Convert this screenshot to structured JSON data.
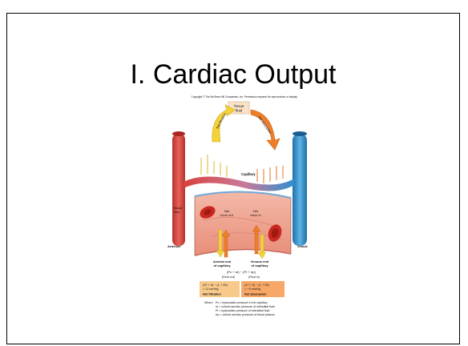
{
  "slide": {
    "title": "I. Cardiac Output"
  },
  "figure": {
    "copyright": "Copyright © The McGraw-Hill Companies, Inc. Permission required for reproduction or display.",
    "tissue_fluid_line1": "Tissue",
    "tissue_fluid_line2": "fluid",
    "net_filtration_arrow": "Net filtration",
    "net_absorption_arrow": "Net absorption",
    "capillary": "Capillary",
    "blood_flow_line1": "Blood",
    "blood_flow_line2": "flow",
    "arteriole": "Arteriole",
    "venule": "Venule",
    "net_force_out_line1": "Net",
    "net_force_out_line2": "force out",
    "net_force_in_line1": "Net",
    "net_force_in_line2": "force in",
    "arterial_end_line1": "Arterial end",
    "arterial_end_line2": "of capillary",
    "venous_end_line1": "Venous end",
    "venous_end_line2": "of capillary",
    "formula": "(Pc + πi) − (Pi + πp)",
    "fluid_out": "(Fluid out)",
    "fluid_in": "(Fluid in)",
    "left_calc_line1": "(37 + 0) − (1 + 25)",
    "left_calc_line2": "= 11 mmHg",
    "left_result": "Net filtration",
    "right_calc_line1": "(17 + 0) − (1 + 25)",
    "right_calc_line2": "= −9 mmHg",
    "right_result": "Net absorption",
    "legend_where": "Where",
    "legend_pc": "Pc = hydrostatic pressure in the capillary",
    "legend_pii": "πi = colloid osmotic pressure of interstitial fluid",
    "legend_pi": "Pi = hydrostatic pressure of interstitial fluid",
    "legend_pip": "πp = colloid osmotic pressure of blood plasma"
  },
  "colors": {
    "artery": "#d9413c",
    "vein": "#2f8fcf",
    "filtration_box": "#f7c98a",
    "absorption_box": "#f7a866",
    "arrow_yellow": "#f3d23a",
    "arrow_orange": "#ef7e2a"
  }
}
